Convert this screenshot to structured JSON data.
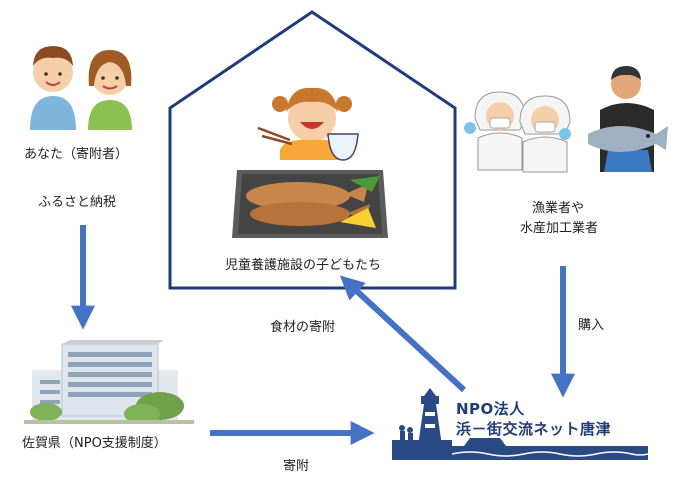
{
  "nodes": {
    "donor": "あなた（寄附者）",
    "tax": "ふるさと納税",
    "prefecture": "佐賀県（NPO支援制度）",
    "children": "児童養護施設の子どもたち",
    "fishers_line1": "漁業者や",
    "fishers_line2": "水産加工業者",
    "npo_line1": "NPO法人",
    "npo_line2": "浜－街交流ネット唐津"
  },
  "edges": {
    "donation": "寄附",
    "purchase": "購入",
    "food_donation": "食材の寄附"
  },
  "colors": {
    "arrow": "#4472c4",
    "house": "#1f3c78"
  }
}
